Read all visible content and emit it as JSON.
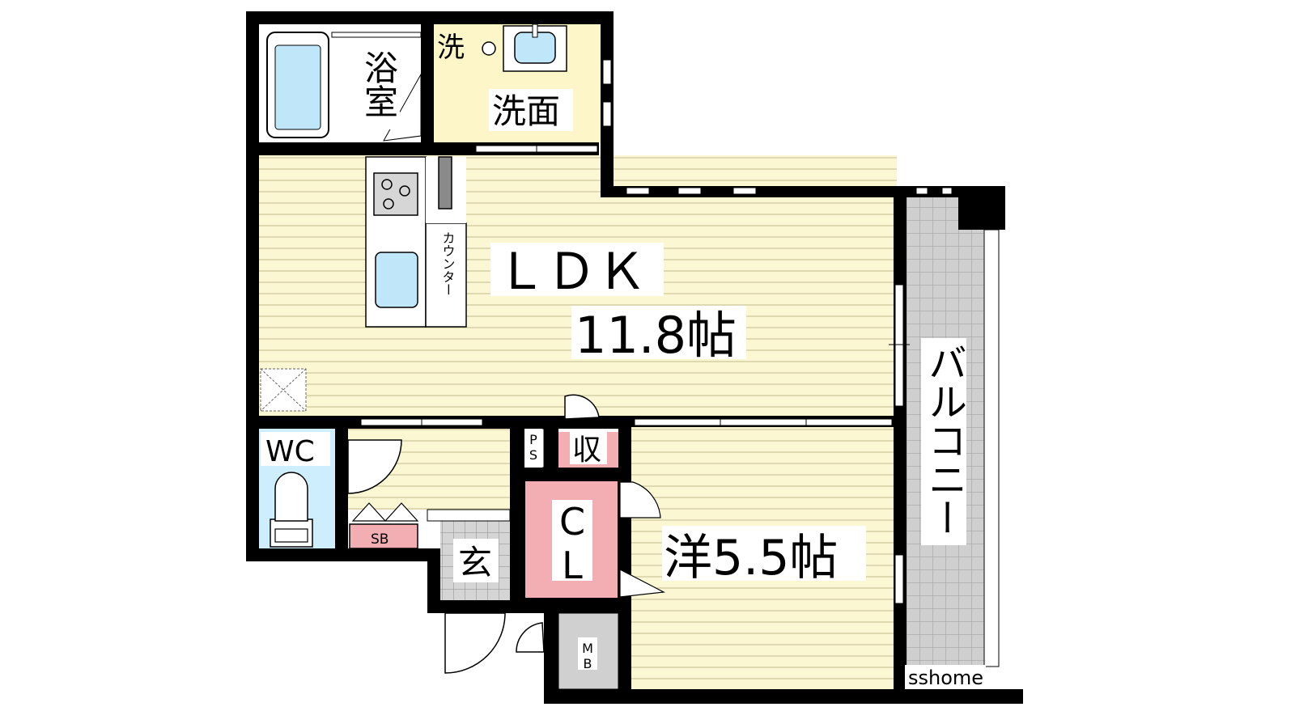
{
  "labels": {
    "bath": "浴室",
    "wash_small": "洗",
    "washroom": "洗面",
    "ldk": "ＬＤＫ",
    "ldk_size": "11.8帖",
    "counter": "カウンター",
    "balcony": "バルコニー",
    "wc": "WC",
    "ps": "PS",
    "storage": "収",
    "closet": "CL",
    "shoebox": "SB",
    "entrance": "玄",
    "western_room": "洋5.5帖",
    "meter_box": "MB",
    "watermark": "sshome"
  },
  "colors": {
    "floor_wood": "#fbf7d2",
    "floor_line": "#c9c49a",
    "wet_area": "#fdf6c8",
    "wall": "#000000",
    "closet_pink": "#f2aeb2",
    "toilet_blue": "#cfeefd",
    "fixture_blue": "#bfe6f9",
    "balcony_grey": "#c8c8c8",
    "meter_grey": "#d0d0d0"
  }
}
